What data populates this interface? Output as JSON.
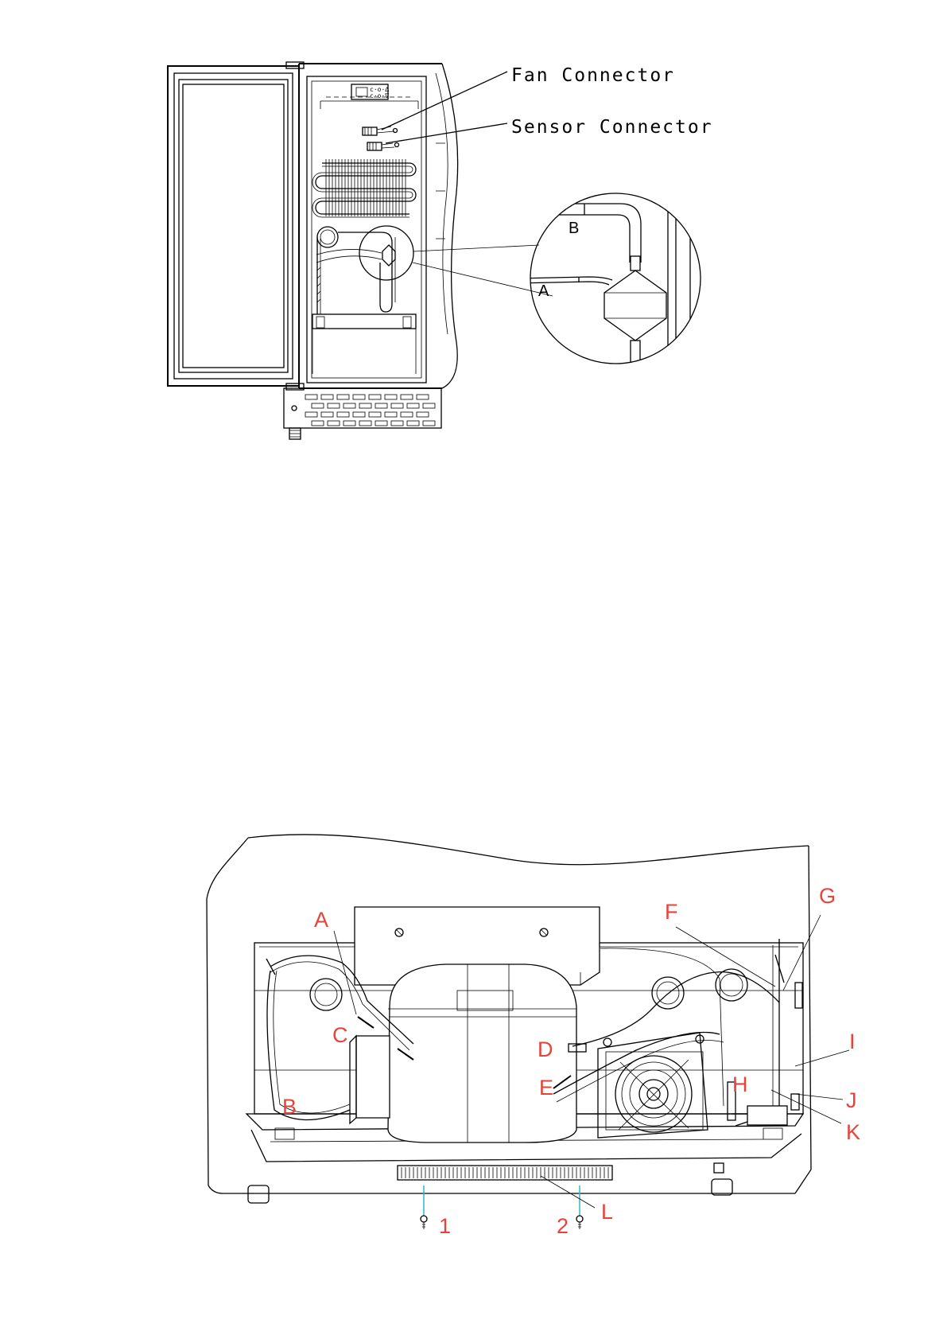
{
  "top_figure": {
    "callouts": {
      "fan_connector": "Fan Connector",
      "sensor_connector": "Sensor Connector"
    },
    "detail_labels": {
      "b": "B",
      "a": "A"
    }
  },
  "bottom_figure": {
    "labels": {
      "A": "A",
      "B": "B",
      "C": "C",
      "D": "D",
      "E": "E",
      "F": "F",
      "G": "G",
      "H": "H",
      "I": "I",
      "J": "J",
      "K": "K",
      "L": "L",
      "screw_1": "1",
      "screw_2": "2"
    }
  },
  "colors": {
    "label_red": "#e8433a",
    "leader_cyan": "#2fb8d0"
  }
}
